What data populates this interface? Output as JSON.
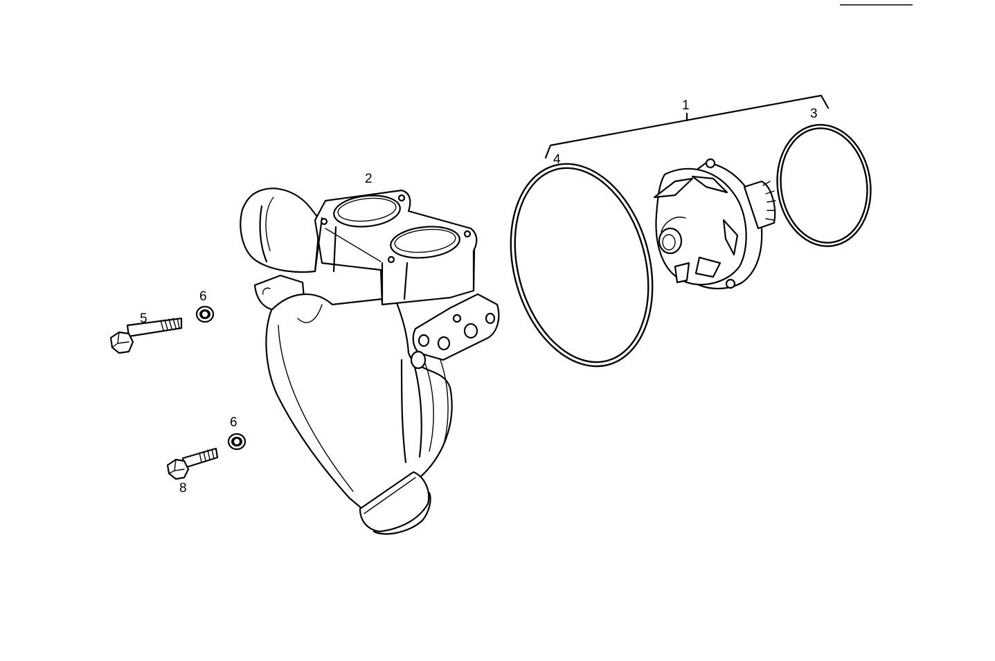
{
  "diagram": {
    "callouts": {
      "part1": "1",
      "part2": "2",
      "part3": "3",
      "part4": "4",
      "part5": "5",
      "part6_upper": "6",
      "part6_lower": "6",
      "part8": "8"
    }
  }
}
